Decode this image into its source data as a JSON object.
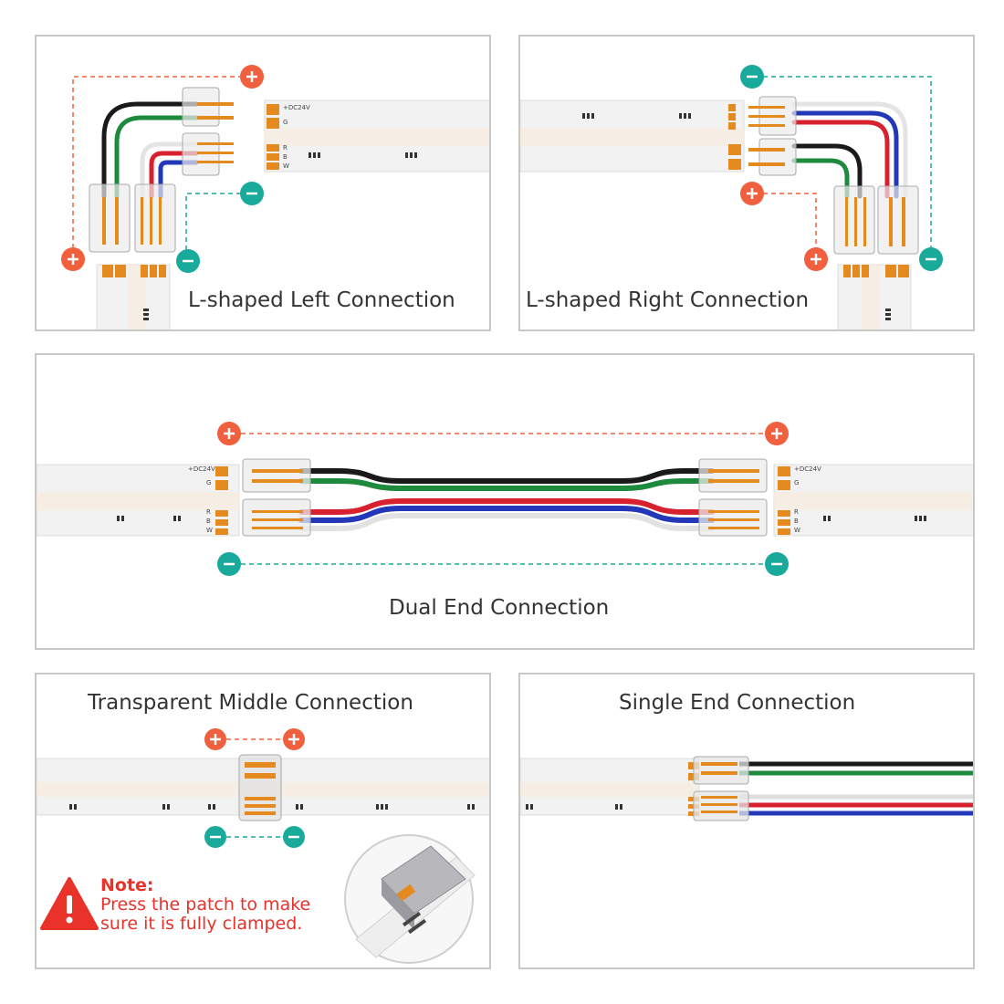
{
  "panels": {
    "left_l": {
      "caption": "L-shaped Left Connection"
    },
    "right_l": {
      "caption": "L-shaped Right Connection"
    },
    "dual": {
      "caption": "Dual End Connection"
    },
    "middle": {
      "caption": "Transparent Middle Connection"
    },
    "single": {
      "caption": "Single End Connection"
    }
  },
  "strip_labels": {
    "power": "+DC24V",
    "g": "G",
    "r": "R",
    "b": "B",
    "w": "W"
  },
  "note": {
    "title": "Note:",
    "text": "Press the patch to make sure it is fully clamped."
  },
  "icons": {
    "plus": "plus-circle-icon",
    "minus": "minus-circle-icon",
    "warning": "warning-triangle-icon"
  },
  "colors": {
    "plus": "#f0603e",
    "minus": "#1aaa9c",
    "pad": "#e58a1e",
    "wire_black": "#1a1a1a",
    "wire_green": "#1e8a3e",
    "wire_red": "#d8212f",
    "wire_blue": "#2338b8",
    "wire_white": "#e8e8e8",
    "note": "#e8322a",
    "panel_border": "#c8c8c8"
  }
}
